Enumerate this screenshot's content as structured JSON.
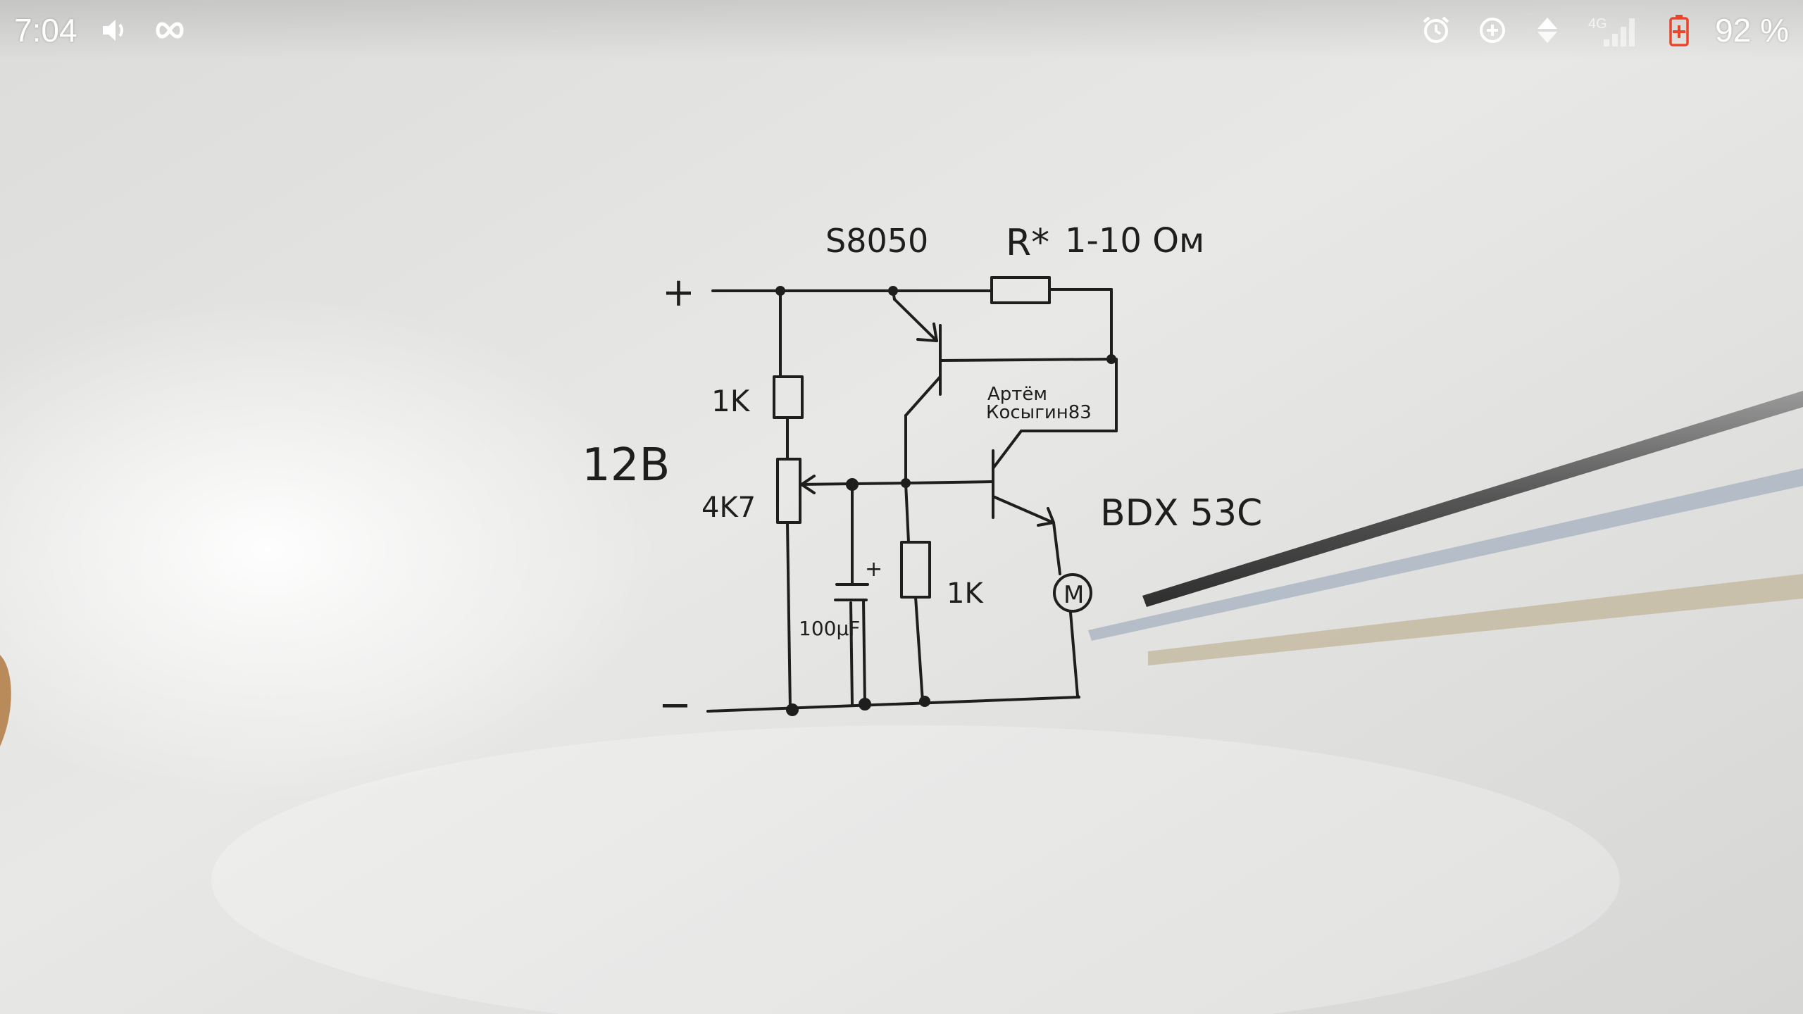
{
  "status_bar": {
    "time": "7:04",
    "battery_percent": "92 %",
    "network_label": "4G",
    "icons": [
      "volume-icon",
      "infinity-icon",
      "alarm-icon",
      "data-saver-icon",
      "data-arrows-icon",
      "signal-icon",
      "battery-icon"
    ]
  },
  "schematic": {
    "plus_terminal": "+",
    "minus_terminal": "−",
    "supply_voltage": "12B",
    "transistor_small": "S8050",
    "transistor_power": "BDX 53C",
    "resistor_series_name": "R*",
    "resistor_series_value": "1-10 Ом",
    "resistor_top": "1K",
    "potentiometer": "4K7",
    "capacitor": "100µF",
    "capacitor_polarity": "+",
    "resistor_bottom": "1K",
    "motor_symbol": "M",
    "author_line1": "Артём",
    "author_line2": "Косыгин83"
  },
  "colors": {
    "paper": "#e3e3e1",
    "ink": "#1e1e1e",
    "battery_accent": "#e8452c",
    "status_text": "#ffffff"
  }
}
